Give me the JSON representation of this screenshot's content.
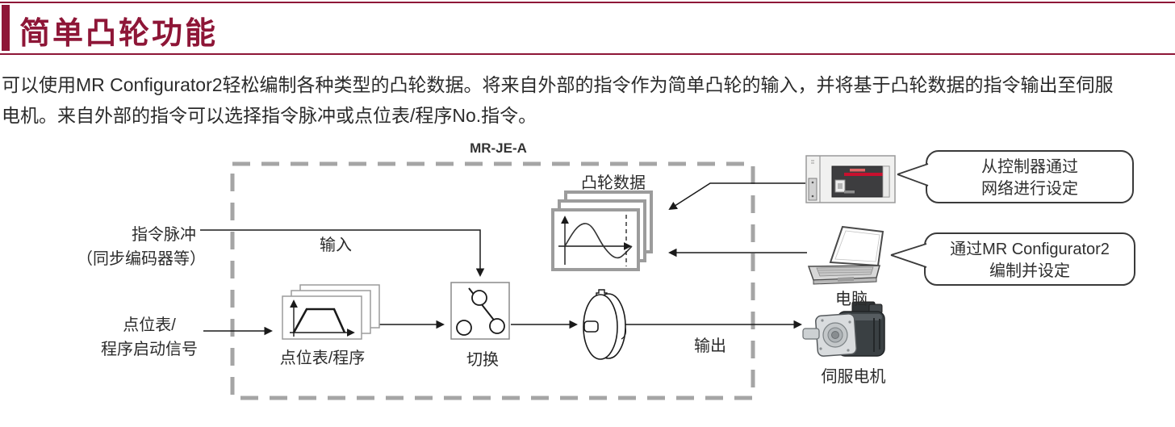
{
  "header": {
    "title": "简单凸轮功能",
    "accent_color": "#8e1637"
  },
  "intro": {
    "line1": "可以使用MR Configurator2轻松编制各种类型的凸轮数据。将来自外部的指令作为简单凸轮的输入，并将基于凸轮数据的指令输出至伺服",
    "line2": "电机。来自外部的指令可以选择指令脉冲或点位表/程序No.指令。"
  },
  "diagram": {
    "unit_label": "MR-JE-A",
    "inputs": {
      "command_pulse": "指令脉冲",
      "command_pulse_note": "（同步编码器等）",
      "point_table_line1": "点位表/",
      "point_table_line2": "程序启动信号"
    },
    "flow": {
      "input_label": "输入",
      "output_label": "输出",
      "cam_data_label": "凸轮数据",
      "point_table_program_label": "点位表/程序",
      "switch_label": "切换"
    },
    "devices": {
      "pc_label": "电脑",
      "motor_label": "伺服电机",
      "controller_callout_line1": "从控制器通过",
      "controller_callout_line2": "网络进行设定",
      "pc_callout_line1": "通过MR Configurator2",
      "pc_callout_line2": "编制并设定"
    },
    "icons": [
      "controller-icon",
      "laptop-icon",
      "servo-motor-icon",
      "cam-icon",
      "switch-icon",
      "cam-data-stack-icon",
      "point-table-stack-icon",
      "dashed-boundary"
    ],
    "colors": {
      "dashed_box": "#a5a5a5",
      "card_border": "#9c9c9c",
      "line": "#1a1a1a",
      "controller_red": "#c8102e"
    }
  }
}
